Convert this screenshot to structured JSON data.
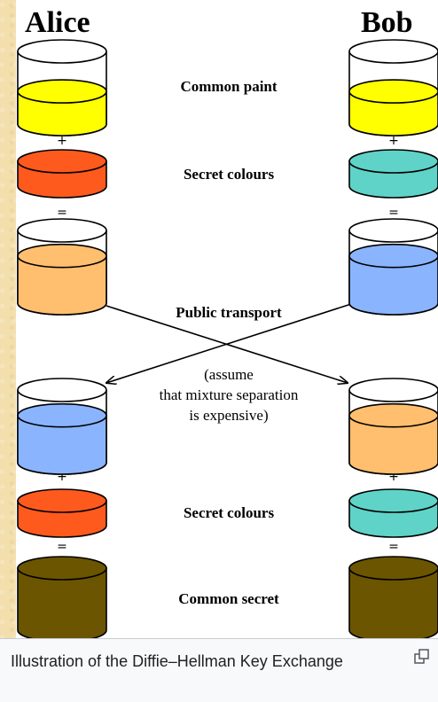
{
  "diagram": {
    "left_party": "Alice",
    "right_party": "Bob",
    "labels": {
      "common_paint": "Common paint",
      "secret_colours_1": "Secret colours",
      "public_transport": "Public transport",
      "assume_line1": "(assume",
      "assume_line2": "that mixture separation",
      "assume_line3": "is expensive)",
      "secret_colours_2": "Secret colours",
      "common_secret": "Common secret"
    },
    "operators": {
      "plus": "+",
      "equals": "="
    }
  },
  "caption": {
    "text": "Illustration of the Diffie–Hellman Key Exchange",
    "enlarge_icon": "enlarge-icon"
  },
  "colors": {
    "yellow": "#ffff00",
    "orange_red": "#ff5a1e",
    "teal": "#5fd3c8",
    "light_orange": "#ffbf6e",
    "light_blue": "#8bb4ff",
    "olive_brown": "#6b5500",
    "background": "#ffffff"
  }
}
